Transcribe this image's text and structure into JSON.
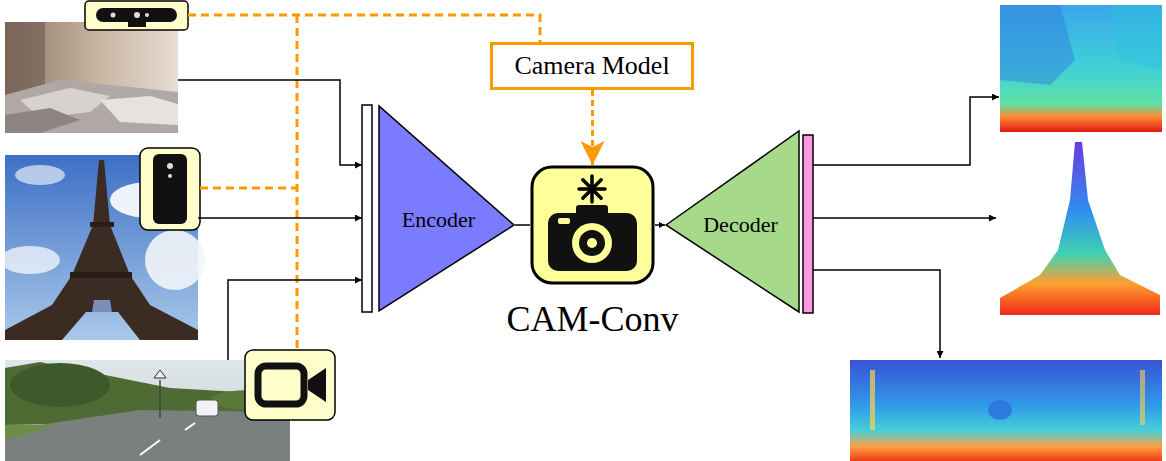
{
  "diagram": {
    "nodes": [
      {
        "text": [
          "Camera Model"
        ]
      },
      {
        "text": [
          "Encoder"
        ]
      },
      {
        "text": [
          "CAM-Conv"
        ]
      },
      {
        "text": [
          "Decoder"
        ]
      }
    ],
    "edges": [
      {
        "from": 0,
        "to": 2,
        "arrow": "to"
      },
      {
        "from": 1,
        "to": 2,
        "arrow": "none"
      },
      {
        "from": 2,
        "to": 3,
        "arrow": "to"
      }
    ]
  }
}
